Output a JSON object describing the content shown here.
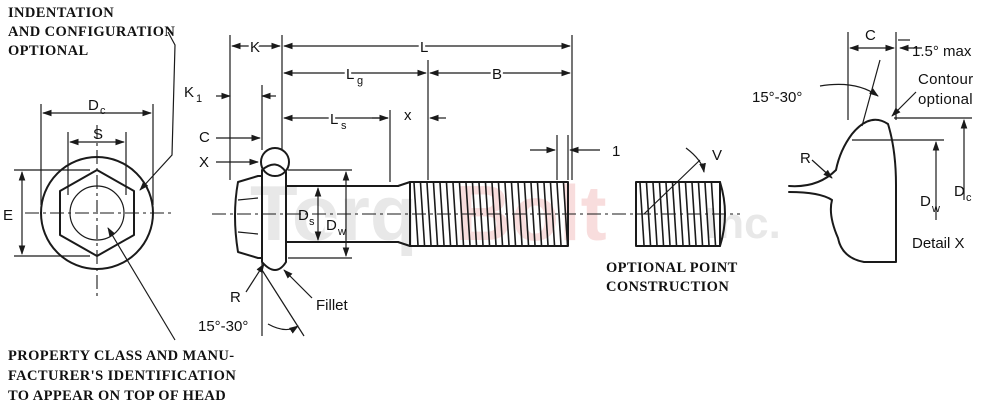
{
  "watermark": {
    "brand_a": "Torq",
    "brand_b": "Bolt",
    "suffix": "Inc.",
    "accent_color": "#e05050"
  },
  "notes": {
    "head_marking_line1": "INDENTATION",
    "head_marking_line2": "AND CONFIGURATION",
    "head_marking_line3": "OPTIONAL",
    "property_line1": "PROPERTY CLASS AND MANU-",
    "property_line2": "FACTURER'S IDENTIFICATION",
    "property_line3": "TO APPEAR ON TOP OF HEAD",
    "optional_point_line1": "OPTIONAL POINT",
    "optional_point_line2": "CONSTRUCTION"
  },
  "dimensions": {
    "Dc": "D",
    "Dc_sub": "c",
    "S": "S",
    "E": "E",
    "K": "K",
    "L": "L",
    "Lg": "L",
    "Lg_sub": "g",
    "B": "B",
    "K1": "K",
    "K1_sub": "1",
    "Ls": "L",
    "Ls_sub": "s",
    "x": "x",
    "C": "C",
    "X": "X",
    "Ds": "D",
    "Ds_sub": "s",
    "Dw": "D",
    "Dw_sub": "w",
    "one": "1",
    "V": "V",
    "R": "R",
    "fillet": "Fillet",
    "angle_head": "15°-30°"
  },
  "detail": {
    "C": "C",
    "max": "1.5° max",
    "angle": "15°-30°",
    "contour_line1": "Contour",
    "contour_line2": "optional",
    "R": "R",
    "Dw": "D",
    "Dw_sub": "w",
    "Dc": "D",
    "Dc_sub": "c",
    "title": "Detail  X"
  }
}
